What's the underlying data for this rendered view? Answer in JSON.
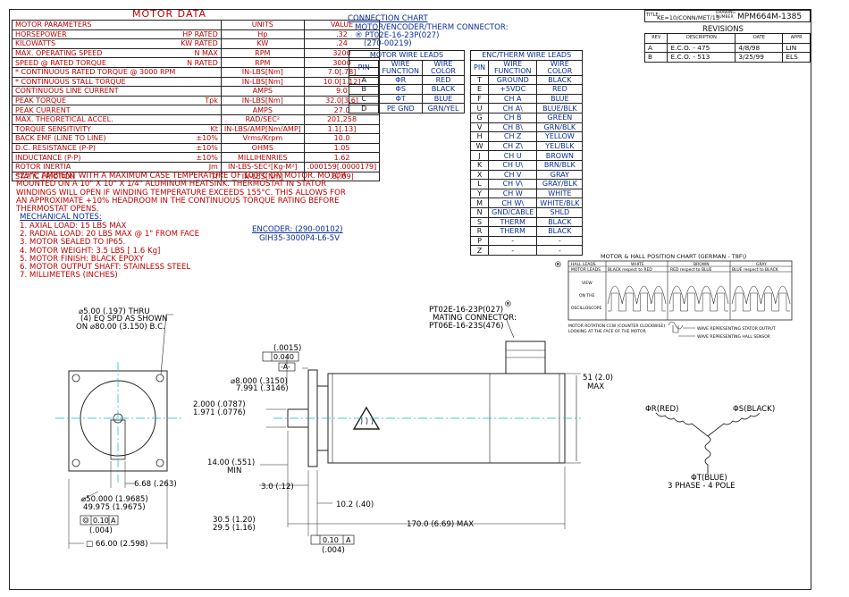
{
  "title_block": {
    "title_label": "TITLE:",
    "title_value": "KE=10/CONN/MET/13",
    "drawing_label": "DRAWING NUMBER",
    "drawing_number": "MPM664M-1385"
  },
  "revisions": {
    "heading": "REVISIONS",
    "columns": [
      "REV",
      "DESCRIPTION",
      "DATE",
      "APPR"
    ],
    "rows": [
      [
        "A",
        "E.C.O. - 475",
        "4/8/98",
        "LIN"
      ],
      [
        "B",
        "E.C.O. - 513",
        "3/25/99",
        "ELS"
      ]
    ]
  },
  "motor_data": {
    "heading": "MOTOR DATA",
    "columns": [
      "MOTOR PARAMETERS",
      "UNITS",
      "VALUE"
    ],
    "rows": [
      [
        "HORSEPOWER",
        "HP RATED",
        "Hp",
        ".32"
      ],
      [
        "KILOWATTS",
        "KW RATED",
        "KW",
        ".24"
      ],
      [
        "MAX. OPERATING SPEED",
        "N MAX",
        "RPM",
        "3200"
      ],
      [
        "SPEED @ RATED TORQUE",
        "N RATED",
        "RPM",
        "3000"
      ],
      [
        "* CONTINUOUS RATED TORQUE @ 3000 RPM",
        "",
        "IN-LBS[Nm]",
        "7.0[.78]"
      ],
      [
        "* CONTINUOUS STALL TORQUE",
        "",
        "IN-LBS[Nm]",
        "10.0[1.12]"
      ],
      [
        "CONTINUOUS LINE CURRENT",
        "",
        "AMPS",
        "9.0"
      ],
      [
        "PEAK TORQUE",
        "Tpk",
        "IN-LBS[Nm]",
        "32.0[3.6]"
      ],
      [
        "PEAK CURRENT",
        "",
        "AMPS",
        "27.0"
      ],
      [
        "MAX. THEORETICAL ACCEL.",
        "",
        "RAD/SEC²",
        "201,258"
      ],
      [
        "TORQUE SENSITIVITY",
        "Kt",
        "IN-LBS/AMP[Nm/AMP]",
        "1.1[.13]"
      ],
      [
        "BACK EMF (LINE TO LINE)",
        "±10%",
        "Vrms/Krpm",
        "10.0"
      ],
      [
        "D.C. RESISTANCE (P-P)",
        "±10%",
        "OHMS",
        "1.05"
      ],
      [
        "INDUCTANCE (P-P)",
        "±10%",
        "MILLIHENRIES",
        "1.62"
      ],
      [
        "ROTOR INERTIA",
        "Jm",
        "IN-LBS-SEC²[Kg-M²]",
        ".000159[.0000179]"
      ],
      [
        "STATIC FRICTION",
        "Tf",
        "IN-LBS[Nm]",
        ".8[.09]"
      ]
    ]
  },
  "ambient_note": [
    "*25°C AMBIENT WITH A MAXIMUM CASE TEMPERATURE OF 100°C ON MOTOR.  MOTOR",
    " MOUNTED ON A 10\" X 10\" X 1/4\" ALUMINUM HEATSINK.  THERMOSTAT IN STATOR",
    " WINDINGS WILL OPEN IF WINDING TEMPERATURE EXCEEDS 155°C.  THIS ALLOWS FOR",
    " AN APPROXIMATE +10% HEADROOM IN THE CONTINUOUS TORQUE RATING BEFORE",
    " THERMOSTAT OPENS."
  ],
  "mechanical_notes": {
    "heading": "MECHANICAL NOTES:",
    "items": [
      "1. AXIAL LOAD:  15  LBS MAX",
      "2. RADIAL LOAD:  20  LBS MAX @ 1\" FROM FACE",
      "3. MOTOR SEALED TO IP65.",
      "4. MOTOR WEIGHT:  3.5  LBS [ 1.6  Kg]",
      "5. MOTOR FINISH:  BLACK EPOXY",
      "6. MOTOR OUTPUT SHAFT:  STAINLESS STEEL",
      "7. MILLIMETERS (INCHES)"
    ]
  },
  "encoder": {
    "label": "ENCODER: (290-00102)",
    "part": "GIH35-3000P4-L6-5V"
  },
  "connection_chart": {
    "heading": "CONNECTION CHART",
    "line1": "MOTOR/ENCODER/THERM CONNECTOR:",
    "line2": "® PT02E-16-23P(027)",
    "line3": "(270-00219)"
  },
  "motor_wire_leads": {
    "heading": "MOTOR WIRE LEADS",
    "columns": [
      "PIN",
      "WIRE FUNCTION",
      "WIRE COLOR"
    ],
    "rows": [
      [
        "A",
        "ΦR",
        "RED"
      ],
      [
        "B",
        "ΦS",
        "BLACK"
      ],
      [
        "C",
        "ΦT",
        "BLUE"
      ],
      [
        "D",
        "PE GND",
        "GRN/YEL"
      ]
    ]
  },
  "enc_therm_leads": {
    "heading": "ENC/THERM WIRE LEADS",
    "columns": [
      "PIN",
      "WIRE FUNCTION",
      "WIRE COLOR"
    ],
    "rows": [
      [
        "T",
        "GROUND",
        "BLACK"
      ],
      [
        "E",
        "+5VDC",
        "RED"
      ],
      [
        "F",
        "CH A",
        "BLUE"
      ],
      [
        "U",
        "CH A\\",
        "BLUE/BLK"
      ],
      [
        "G",
        "CH B",
        "GREEN"
      ],
      [
        "V",
        "CH B\\",
        "GRN/BLK"
      ],
      [
        "H",
        "CH Z",
        "YELLOW"
      ],
      [
        "W",
        "CH Z\\",
        "YEL/BLK"
      ],
      [
        "J",
        "CH U",
        "BROWN"
      ],
      [
        "K",
        "CH U\\",
        "BRN/BLK"
      ],
      [
        "X",
        "CH V",
        "GRAY"
      ],
      [
        "L",
        "CH V\\",
        "GRAY/BLK"
      ],
      [
        "Y",
        "CH W",
        "WHITE"
      ],
      [
        "M",
        "CH W\\",
        "WHITE/BLK"
      ],
      [
        "N",
        "GND/CABLE",
        "SHLD"
      ],
      [
        "S",
        "THERM",
        "BLACK"
      ],
      [
        "R",
        "THERM",
        "BLACK"
      ],
      [
        "P",
        "-",
        "-"
      ],
      [
        "Z",
        "-",
        "-"
      ]
    ]
  },
  "hall_chart": {
    "heading": "MOTOR & HALL POSITION CHART (GERMAN - T8F\\)",
    "row1_label": "HALL LEADS",
    "row2_label": "MOTOR LEADS",
    "cols": [
      {
        "hall": "WHITE",
        "motor": "BLACK respect to RED"
      },
      {
        "hall": "BROWN",
        "motor": "RED respect to BLUE"
      },
      {
        "hall": "GRAY",
        "motor": "BLUE respect to BLACK"
      }
    ],
    "view_lines": [
      "VIEW",
      "ON THE",
      "OSCILLOSCOPE"
    ],
    "note1": "MOTOR ROTATION CCW (COUNTER CLOCKWISE)",
    "note2": "LOOKING AT THE FACE OF THE MOTOR",
    "legend1": "WAVE REPRESENTING STATOR OUTPUT",
    "legend2": "WAVE REPRESENTING HALL SENSOR"
  },
  "front_view": {
    "hole_note1": "⌀5.00 (.197) THRU",
    "hole_note2": "(4) EQ SPD AS SHOWN",
    "hole_note3": "ON ⌀80.00 (3.150) B.C.",
    "key_dim": "6.68 (.263)",
    "pilot1": "⌀50.000 (1.9685)",
    "pilot2": "49.975 (1.9675)",
    "tol_value": "0.10",
    "tol_datum": "A",
    "tol_inch": "(.004)",
    "square": "□ 66.00 (2.598)"
  },
  "side_view": {
    "connector1": "PT02E-16-23P(027)",
    "connector2": "MATING CONNECTOR:",
    "connector3": "PT06E-16-23S(476)",
    "perp1": "(.0015)",
    "perp2": "0.040",
    "datum": "-A-",
    "shaft1": "⌀8.000 (.3150)",
    "shaft2": "7.991 (.3146)",
    "shaft_len1": "2.000 (.0787)",
    "shaft_len2": "1.971 (.0776)",
    "height1": "51 (2.0)",
    "height2": "MAX",
    "key_len1": "14.00 (.551)",
    "key_len2": "MIN",
    "flange": "3.0 (.12)",
    "pilot_len": "10.2 (.40)",
    "shaft_ext1": "30.5 (1.20)",
    "shaft_ext2": "29.5 (1.16)",
    "body_len": "170.0 (6.69) MAX",
    "runout_value": "0.10",
    "runout_datum": "A",
    "runout_inch": "(.004)"
  },
  "schematic": {
    "r": "ΦR(RED)",
    "s": "ΦS(BLACK)",
    "t": "ΦT(BLUE)",
    "caption": "3 PHASE - 4 POLE"
  },
  "colors": {
    "red": "#c00000",
    "blue": "#0a2e9c",
    "cyan": "#00bcd4"
  }
}
